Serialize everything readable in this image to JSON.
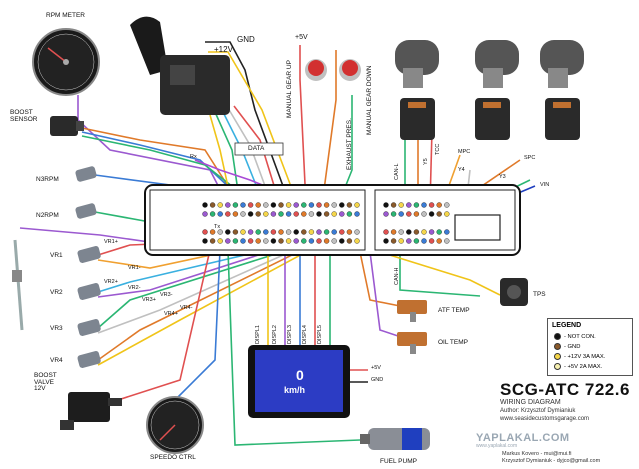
{
  "components": {
    "rpm_meter": "RPM METER",
    "boost_sensor": "BOOST\nSENSOR",
    "n3rpm": "N3RPM",
    "n2rpm": "N2RPM",
    "vr1": "VR1",
    "vr2": "VR2",
    "vr3": "VR3",
    "vr4": "VR4",
    "boost_valve": "BOOST\nVALVE\n12V",
    "speedo_ctrl": "SPEEDO CTRL",
    "fuel_pump": "FUEL PUMP",
    "tps": "TPS",
    "atf_temp": "ATF TEMP",
    "oil_temp": "OIL TEMP",
    "manual_gear_up": "MANUAL GEAR UP",
    "manual_gear_down": "MANUAL GEAR DOWN",
    "exhaust_pres": "EXHAUST PRES."
  },
  "signals": {
    "gnd": "GND",
    "plus12v": "+12V",
    "plus5v_top": "+5V",
    "plus5v_disp": "+5V",
    "gnd_disp": "GND",
    "data": "DATA",
    "rx": "Rx",
    "tx": "Tx",
    "vr1p": "VR1+",
    "vr1m": "VR1-",
    "vr2p": "VR2+",
    "vr2m": "VR2-",
    "vr3p": "VR3+",
    "vr3m": "VR3-",
    "vr4p": "VR4+",
    "vr4m": "VR4-",
    "displ1": "DISPL1",
    "displ2": "DISPL2",
    "displ3": "DISPL3",
    "displ4": "DISPL4",
    "displ5": "DISPL5",
    "can_l": "CAN-L",
    "can_h": "CAN-H",
    "mpc": "MPC",
    "spc": "SPC",
    "y3": "Y3",
    "y4": "Y4",
    "y5": "Y5",
    "tcc": "TCC",
    "vin": "VIN"
  },
  "display": {
    "speed": "0",
    "unit": "km/h"
  },
  "title": {
    "main": "SCG-ATC 722.6",
    "sub": "WIRING DIAGRAM",
    "author": "Author: Krzysztof Dymianiuk",
    "site": "www.seasidecustomsgarage.com",
    "credit1": "Markus Kovero - mui@mui.fi",
    "credit2": "Krzysztof Dymianiuk - dyjco@gmail.com"
  },
  "legend": {
    "title": "LEGEND",
    "items": [
      {
        "label": "- NOT CON.",
        "color": "#111111"
      },
      {
        "label": "- GND",
        "color": "#8a5a2b"
      },
      {
        "label": "- +12V 3A MAX.",
        "color": "#f5d64a"
      },
      {
        "label": "- +5V 2A MAX.",
        "color": "#f6f0b0"
      }
    ]
  },
  "watermark": {
    "main": "YAPLAKAL.COM",
    "sub": "www.yaplakal.com"
  }
}
